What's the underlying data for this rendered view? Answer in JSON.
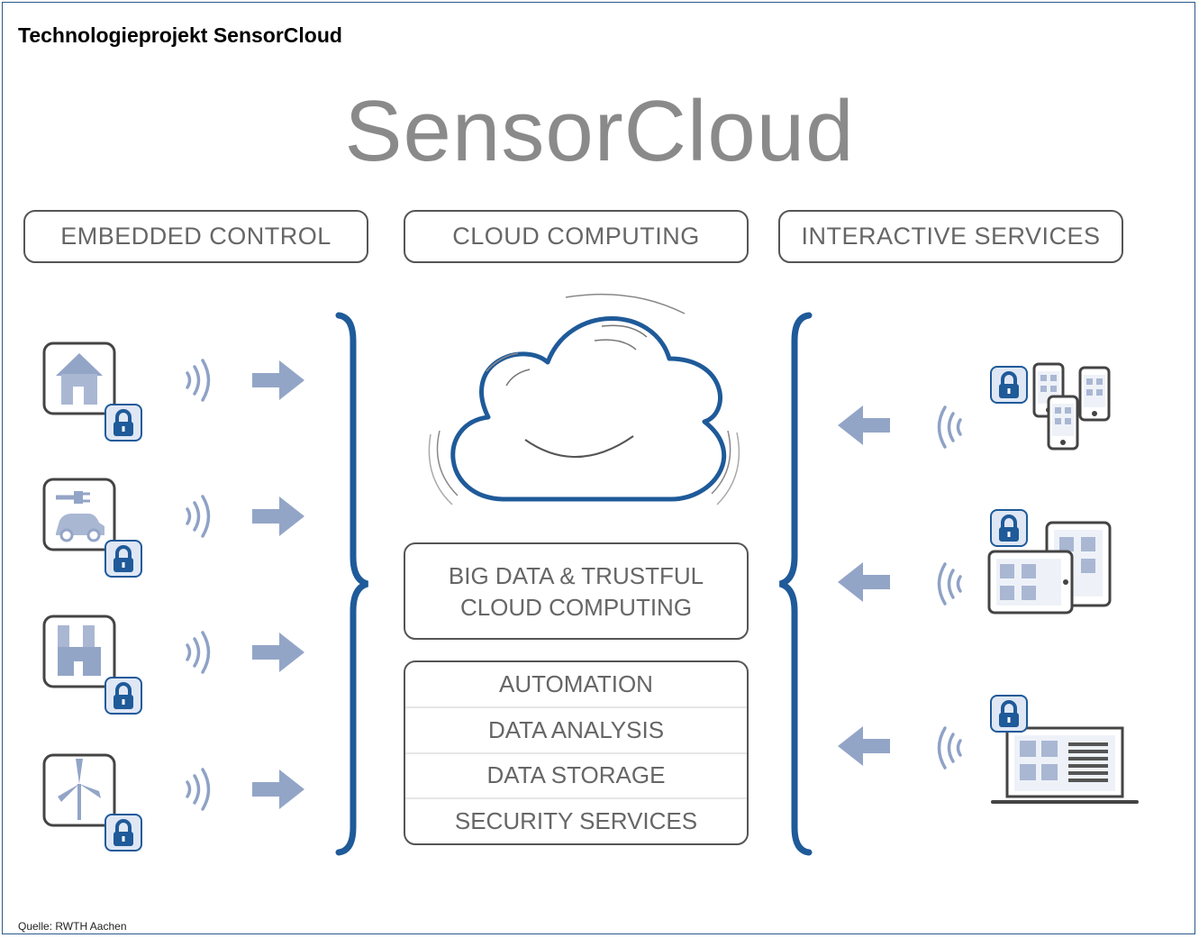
{
  "header": {
    "title": "Technologieprojekt SensorCloud"
  },
  "diagram": {
    "logo": "SensorCloud",
    "columns": [
      "EMBEDDED CONTROL",
      "CLOUD COMPUTING",
      "INTERACTIVE SERVICES"
    ],
    "big_data": [
      "BIG DATA & TRUSTFUL",
      "CLOUD COMPUTING"
    ],
    "layers": [
      "AUTOMATION",
      "DATA ANALYSIS",
      "DATA STORAGE",
      "SECURITY SERVICES"
    ],
    "left_devices": [
      "house-icon",
      "electric-car-icon",
      "factory-icon",
      "wind-turbine-icon"
    ],
    "right_devices": [
      "smartphones-icon",
      "tablet-icon",
      "laptop-icon"
    ],
    "colors": {
      "accent": "#1f5a99",
      "arrow": "#93a5c7",
      "text_gray": "#666666"
    }
  },
  "footer": {
    "source": "Quelle: RWTH Aachen"
  }
}
